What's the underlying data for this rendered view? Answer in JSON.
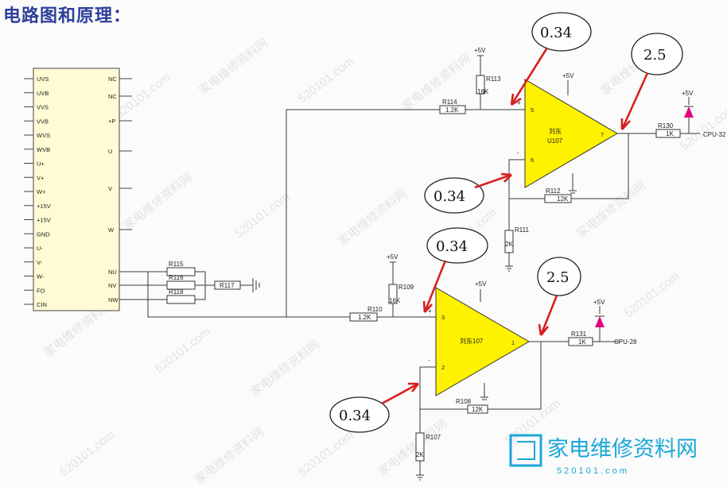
{
  "title": "电路图和原理：",
  "connector": {
    "left_pins": [
      "UVS",
      "UVB",
      "VVS",
      "VVB",
      "WVS",
      "WVB",
      "U+",
      "V+",
      "W+",
      "+15V",
      "+15V",
      "GND",
      "U-",
      "V-",
      "W-",
      "FO",
      "CIN"
    ],
    "right_pins": [
      "NC",
      "NC",
      "+P",
      "U",
      "V",
      "W",
      "NU",
      "NV",
      "NW"
    ]
  },
  "upper_amp": {
    "name": "刘东",
    "part": "U107",
    "pin_in_plus": "5",
    "pin_in_minus": "6",
    "pin_out": "7",
    "plus_sign": "+",
    "minus_sign": "-",
    "supply": "+5V",
    "r113": {
      "name": "R113",
      "value": "16K"
    },
    "r114": {
      "name": "R114",
      "value": "1.2K"
    },
    "r112": {
      "name": "R112",
      "value": "12K"
    },
    "r111": {
      "name": "R111",
      "value": "2K"
    },
    "r130": {
      "name": "R130",
      "value": "1K"
    },
    "diode_supply": "+5V",
    "output_label": "CPU-32",
    "top_supply": "+5V"
  },
  "lower_amp": {
    "name": "刘东107",
    "pin_in_plus": "3",
    "pin_in_minus": "2",
    "pin_out": "1",
    "plus_sign": "+",
    "minus_sign": "-",
    "supply": "+5V",
    "r109": {
      "name": "R109",
      "value": "16K"
    },
    "r110": {
      "name": "R110",
      "value": "1.2K"
    },
    "r108": {
      "name": "R108",
      "value": "12K"
    },
    "r107": {
      "name": "R107",
      "value": "2K"
    },
    "r131": {
      "name": "R131",
      "value": "1K"
    },
    "diode_supply": "+5V",
    "output_label": "CPU-28",
    "top_supply": "+5V"
  },
  "shunts": [
    "R115",
    "R116",
    "R118",
    "R117"
  ],
  "annotations": {
    "upper_plus": "0.34",
    "upper_minus": "0.34",
    "upper_out": "2.5",
    "lower_plus": "0.34",
    "lower_minus": "0.34",
    "lower_out": "2.5"
  },
  "watermark": {
    "cn": "家电维修资料网",
    "url": "520101.com",
    "logo_cn": "家电维修资料网",
    "logo_url": "5 2 0 1 0 1 . c o m"
  },
  "colors": {
    "opamp_fill": "#fff200",
    "arrow": "#d81f1f",
    "diode": "#e4007f",
    "title": "#2e3f9c"
  }
}
